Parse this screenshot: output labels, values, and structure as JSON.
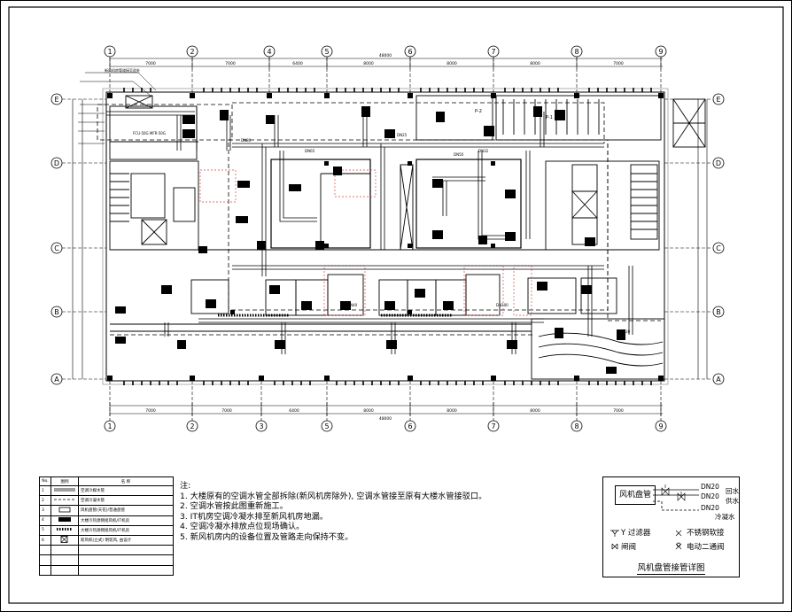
{
  "drawing": {
    "columns_top": [
      "1",
      "2",
      "4",
      "5",
      "6",
      "7",
      "8",
      "9"
    ],
    "columns_bottom": [
      "1",
      "2",
      "3",
      "5",
      "6",
      "7",
      "8",
      "9"
    ],
    "rows": [
      "E",
      "D",
      "C",
      "B",
      "A"
    ],
    "dims_top": [
      "7000",
      "7000",
      "6400",
      "8000",
      "8000",
      "8000",
      "7000"
    ],
    "dims_bottom": [
      "7000",
      "7000",
      "6400",
      "8000",
      "8000",
      "8000",
      "7000"
    ],
    "total_dim": "48000",
    "room_tags": [
      "DN80",
      "DN65",
      "DN50",
      "DN32",
      "DN25",
      "DN20",
      "P-2",
      "P-1",
      "DN40",
      "DN100"
    ],
    "top_notes": [
      "新风机房管道接至此处",
      "FCU-50G  MFR-50G"
    ]
  },
  "legend": {
    "header_no": "No.",
    "header_sym": "图例",
    "header_name": "名 称",
    "rows": [
      {
        "no": "1",
        "name": "空调冷媒水管"
      },
      {
        "no": "2",
        "name": "空调冷凝水管"
      },
      {
        "no": "3",
        "name": "风机盘管(天花)/普通盘管"
      },
      {
        "no": "4",
        "name": "大楼冷热源侧接风机/IT机房"
      },
      {
        "no": "5",
        "name": "大楼冷热源侧接风机/IT机房"
      },
      {
        "no": "6",
        "name": "新风机(立式) 明装风, 由设计"
      },
      {
        "no": "",
        "name": ""
      },
      {
        "no": "",
        "name": ""
      },
      {
        "no": "",
        "name": ""
      }
    ]
  },
  "notes": {
    "heading": "注:",
    "items": [
      "1. 大楼原有的空调水管全部拆除(新风机房除外), 空调水管接至原有大楼水管接驳口。",
      "2. 空调水管按此图重新施工。",
      "3. IT机房空调冷凝水排至新风机房地漏。",
      "4. 空调冷凝水排放点位现场确认。",
      "5. 新风机房内的设备位置及管路走向保持不变。"
    ]
  },
  "detail": {
    "box_label": "风机盘管",
    "pipes": [
      {
        "size": "DN20",
        "name": "回水"
      },
      {
        "size": "DN20",
        "name": "供水"
      },
      {
        "size": "DN20",
        "name": "冷凝水"
      }
    ],
    "keys": [
      {
        "sym": "Y",
        "label": "Y 过滤器"
      },
      {
        "sym": "N",
        "label": "不锈钢软接"
      },
      {
        "sym": "V",
        "label": "闸阀"
      },
      {
        "sym": "M",
        "label": "电动二通阀"
      }
    ],
    "title": "风机盘管接管详图"
  }
}
